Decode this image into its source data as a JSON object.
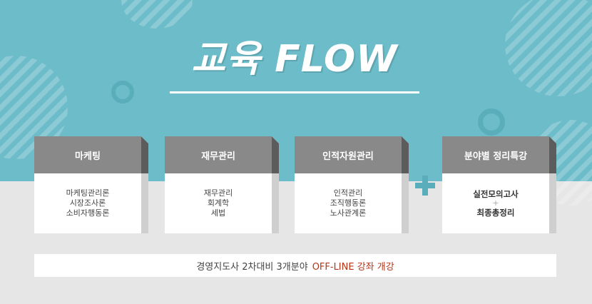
{
  "title": "교육 FLOW",
  "cards": [
    {
      "header": "마케팅",
      "lines": [
        "마케팅관리론",
        "시장조사론",
        "소비자행동론"
      ]
    },
    {
      "header": "재무관리",
      "lines": [
        "재무관리",
        "회계학",
        "세법"
      ]
    },
    {
      "header": "인적자원관리",
      "lines": [
        "인적관리",
        "조직행동론",
        "노사관계론"
      ]
    },
    {
      "header": "분야별 정리특강",
      "line1": "실전모의고사",
      "plus": "+",
      "line2": "최종총정리"
    }
  ],
  "banner": {
    "text": "경영지도사 2차대비 3개분야",
    "highlight": "OFF-LINE 강좌 개강"
  },
  "colors": {
    "teal_bg": "#6cbcc9",
    "card_header": "#898989",
    "highlight": "#b3361a"
  },
  "icons": {
    "plus": "plus-icon"
  }
}
